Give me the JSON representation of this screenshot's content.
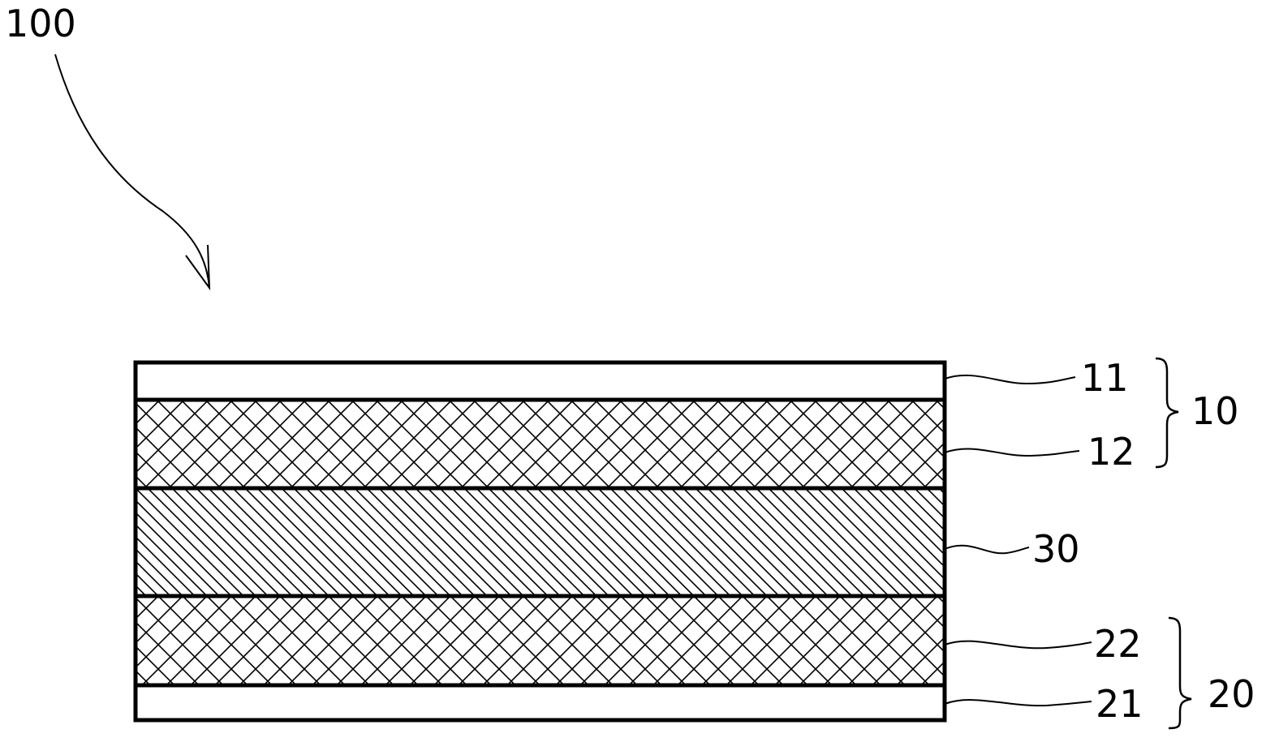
{
  "figure": {
    "assembly_ref": "100",
    "line_color": "#000000",
    "background_color": "#ffffff"
  },
  "layers": [
    {
      "ref": "11",
      "pattern": "blank"
    },
    {
      "ref": "12",
      "pattern": "cross-hatch"
    },
    {
      "ref": "30",
      "pattern": "diagonal-hatch"
    },
    {
      "ref": "22",
      "pattern": "cross-hatch"
    },
    {
      "ref": "21",
      "pattern": "blank"
    }
  ],
  "groups": [
    {
      "ref": "10",
      "members": [
        "11",
        "12"
      ]
    },
    {
      "ref": "20",
      "members": [
        "22",
        "21"
      ]
    }
  ]
}
